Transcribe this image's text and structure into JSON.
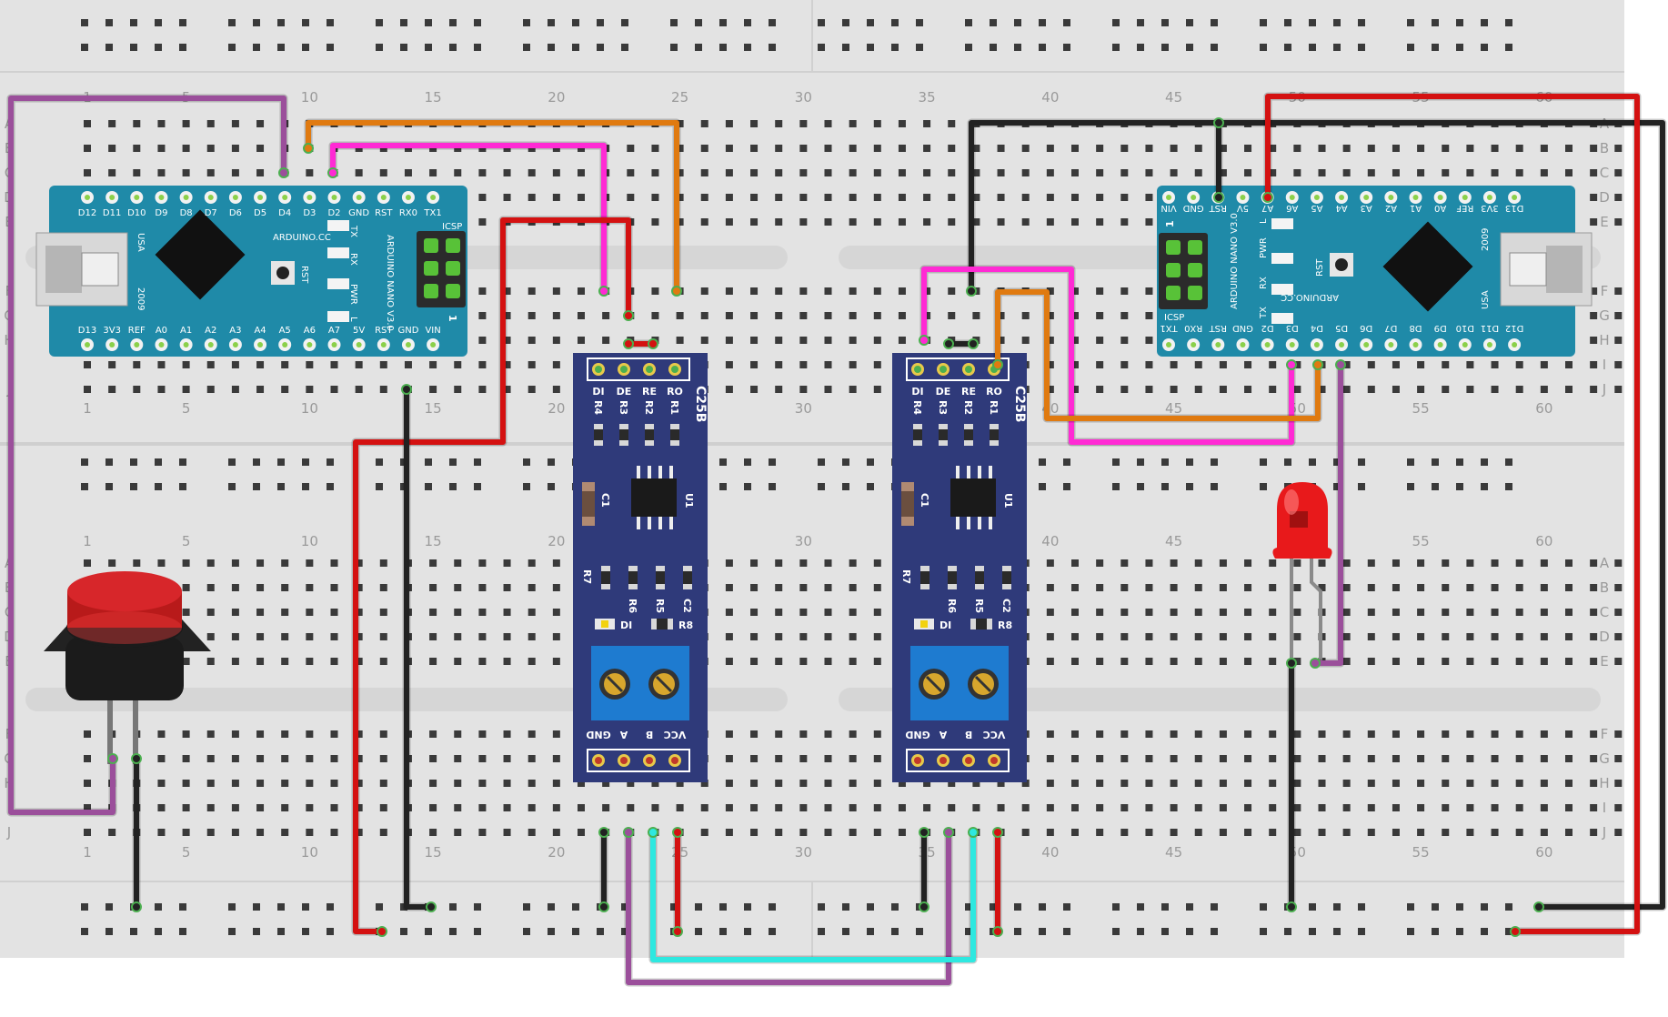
{
  "breadboard": {
    "column_numbers": [
      "1",
      "5",
      "10",
      "15",
      "20",
      "25",
      "30",
      "35",
      "40",
      "45",
      "50",
      "55",
      "60"
    ],
    "row_letters_top": [
      "A",
      "B",
      "C",
      "D",
      "E",
      "F",
      "G",
      "H",
      "I",
      "J"
    ],
    "row_letters_bottom": [
      "A",
      "B",
      "C",
      "D",
      "E",
      "F",
      "G",
      "H",
      "I",
      "J"
    ]
  },
  "arduino_left": {
    "model": "ARDUINO NANO V3.0",
    "brand": "ARDUINO.CC",
    "year": "2009",
    "country": "USA",
    "rst": "RST",
    "icsp": "ICSP",
    "one": "1",
    "top_pins": [
      "D12",
      "D11",
      "D10",
      "D9",
      "D8",
      "D7",
      "D6",
      "D5",
      "D4",
      "D3",
      "D2",
      "GND",
      "RST",
      "RX0",
      "TX1"
    ],
    "bottom_pins": [
      "D13",
      "3V3",
      "REF",
      "A0",
      "A1",
      "A2",
      "A3",
      "A4",
      "A5",
      "A6",
      "A7",
      "5V",
      "RST",
      "GND",
      "VIN"
    ],
    "leds": [
      "TX",
      "RX",
      "PWR",
      "L"
    ]
  },
  "arduino_right": {
    "model": "ARDUINO NANO V3.0",
    "brand": "ARDUINO.CC",
    "year": "2009",
    "country": "USA",
    "rst": "RST",
    "icsp": "ICSP",
    "one": "1",
    "top_pins": [
      "VIN",
      "GND",
      "RST",
      "5V",
      "A7",
      "A6",
      "A5",
      "A4",
      "A3",
      "A2",
      "A1",
      "A0",
      "REF",
      "3V3",
      "D13"
    ],
    "bottom_pins": [
      "TX1",
      "RX0",
      "RST",
      "GND",
      "D2",
      "D3",
      "D4",
      "D5",
      "D6",
      "D7",
      "D8",
      "D9",
      "D10",
      "D11",
      "D12"
    ],
    "leds": [
      "L",
      "PWR",
      "RX",
      "TX"
    ]
  },
  "rs485_left": {
    "chip": "C25B",
    "top_pins": [
      "DI",
      "DE",
      "RE",
      "RO"
    ],
    "resistors_top": [
      "R4",
      "R3",
      "R2",
      "R1"
    ],
    "cap": "C1",
    "ic": "U1",
    "r7": "R7",
    "mid_labels": [
      "R6",
      "R5",
      "C2"
    ],
    "di_led": "DI",
    "r8": "R8",
    "bottom_pins": [
      "GND",
      "A",
      "B",
      "VCC"
    ]
  },
  "rs485_right": {
    "chip": "C25B",
    "top_pins": [
      "DI",
      "DE",
      "RE",
      "RO"
    ],
    "resistors_top": [
      "R4",
      "R3",
      "R2",
      "R1"
    ],
    "cap": "C1",
    "ic": "U1",
    "r7": "R7",
    "mid_labels": [
      "R6",
      "R5",
      "C2"
    ],
    "di_led": "DI",
    "r8": "R8",
    "bottom_pins": [
      "GND",
      "A",
      "B",
      "VCC"
    ]
  },
  "colors": {
    "wire_purple": "#9b4f9b",
    "wire_orange": "#e07a10",
    "wire_pink": "#ff2ad4",
    "wire_red": "#d41111",
    "wire_black": "#222222",
    "wire_cyan": "#2ee8e0",
    "arduino_pcb": "#1f8aa8",
    "rs485_pcb": "#2f3a7a",
    "led": "#e8191b"
  }
}
